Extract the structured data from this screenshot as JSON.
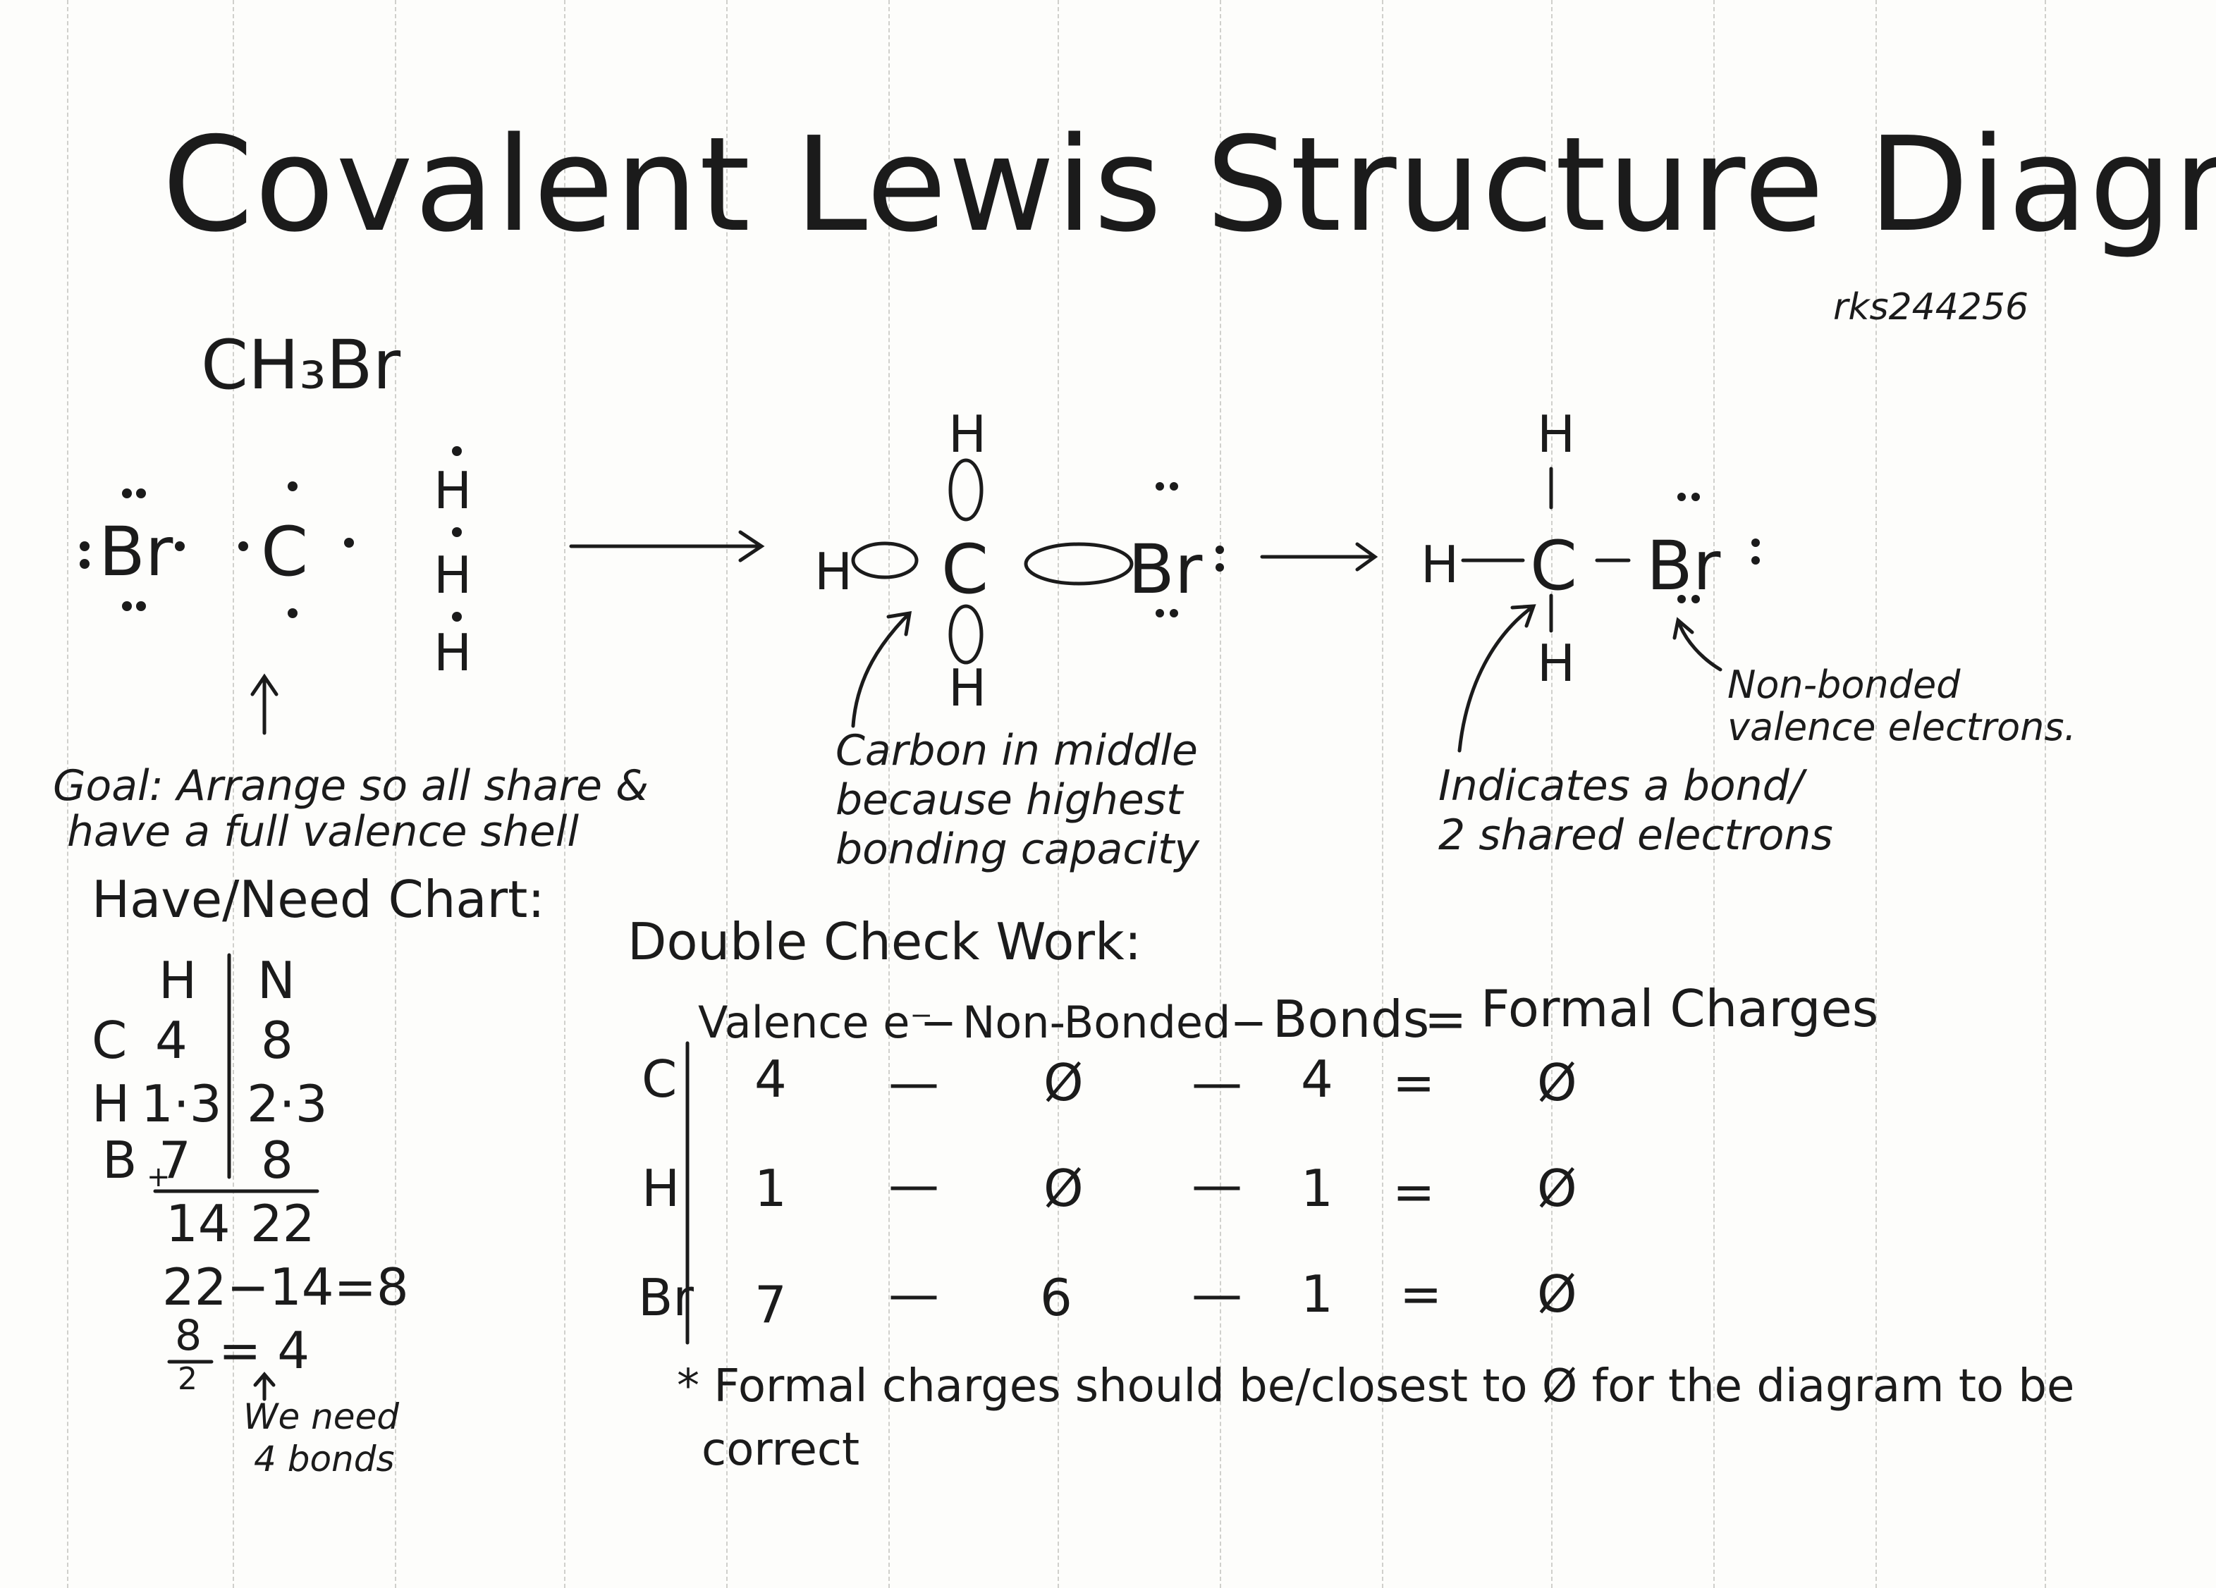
{
  "title": "Covalent Lewis Structure Diagrams",
  "author_tag": "rks244256",
  "formula": "CH₃Br",
  "atoms": {
    "br": "Br",
    "c": "C",
    "h": "H"
  },
  "annotations": {
    "goal_line1": "Goal: Arrange so all share &",
    "goal_line2": "have a full valence shell",
    "carbon_line1": "Carbon in middle",
    "carbon_line2": "because highest",
    "carbon_line3": "bonding capacity",
    "bond_line1": "Indicates a bond/",
    "bond_line2": "2 shared electrons",
    "nonbonded_line1": "Non-bonded",
    "nonbonded_line2": "valence electrons."
  },
  "have_need": {
    "title": "Have/Need Chart:",
    "col_have": "H",
    "col_need": "N",
    "rows": [
      {
        "atom": "C",
        "have": "4",
        "need": "8"
      },
      {
        "atom": "H",
        "have": "1·3",
        "need": "2·3"
      },
      {
        "atom": "B",
        "have": "7",
        "need": "8"
      }
    ],
    "plus_mark": "+",
    "total_have": "14",
    "total_need": "22",
    "subtraction": "22−14=8",
    "frac_num": "8",
    "frac_den": "2",
    "frac_result": "= 4",
    "note_line1": "We need",
    "note_line2": "4 bonds"
  },
  "double_check": {
    "title": "Double Check Work:",
    "header": {
      "valence": "Valence e⁻",
      "minus1": "−",
      "nonbonded": "Non-Bonded",
      "minus2": "−",
      "bonds": "Bonds",
      "equals": "=",
      "formal": "Formal Charges"
    },
    "rows": [
      {
        "atom": "C",
        "valence": "4",
        "nonbonded": "Ø",
        "bonds": "4",
        "formal": "Ø"
      },
      {
        "atom": "H",
        "valence": "1",
        "nonbonded": "Ø",
        "bonds": "1",
        "formal": "Ø"
      },
      {
        "atom": "Br",
        "valence": "7",
        "nonbonded": "6",
        "bonds": "1",
        "formal": "Ø"
      }
    ],
    "op_minus": "—",
    "op_equals": "=",
    "footnote_line1": "* Formal charges should be/closest to Ø for the diagram to be",
    "footnote_line2": "correct"
  }
}
